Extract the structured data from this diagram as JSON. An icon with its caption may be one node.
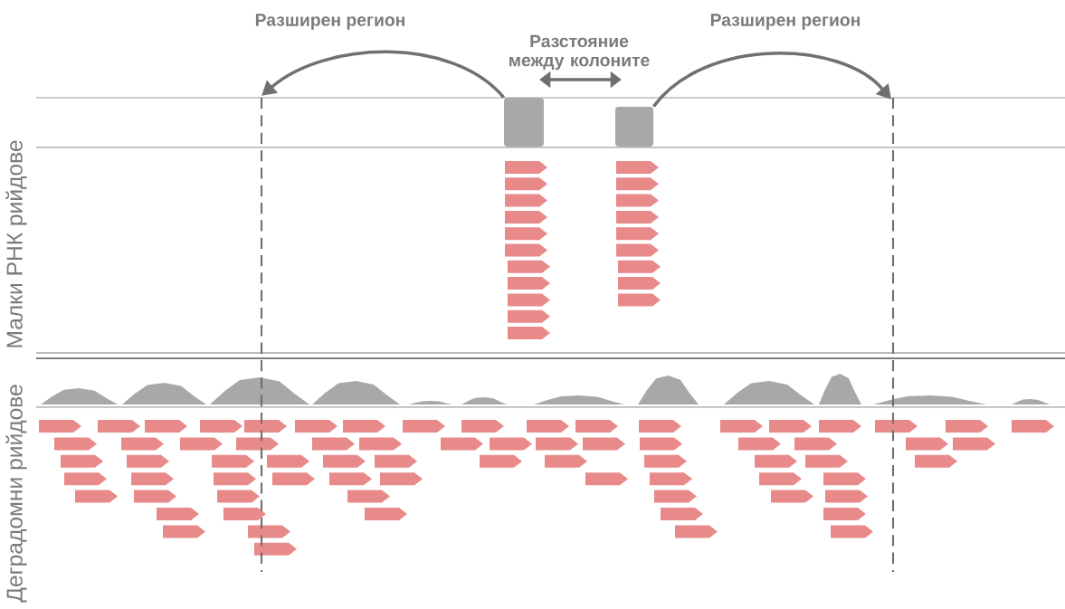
{
  "diagram": {
    "nodes": [
      {
        "text": [],
        "shape": "bar"
      },
      {
        "text": [],
        "shape": "bar"
      }
    ],
    "edges": [
      {
        "from": 0,
        "to": null,
        "arrow": "to",
        "label": "Разширен регион"
      },
      {
        "from": 1,
        "to": null,
        "arrow": "to",
        "label": "Разширен регион"
      }
    ],
    "labels": [
      "Разстояние между колоните",
      "Малки РНК рийдове",
      "Деградомни рийдове"
    ]
  }
}
